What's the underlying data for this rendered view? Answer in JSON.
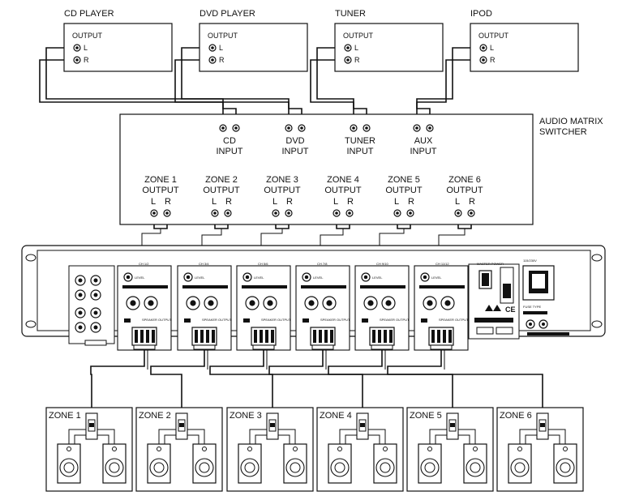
{
  "sources": [
    {
      "name": "CD PLAYER",
      "output": "OUTPUT",
      "left": "L",
      "right": "R"
    },
    {
      "name": "DVD PLAYER",
      "output": "OUTPUT",
      "left": "L",
      "right": "R"
    },
    {
      "name": "TUNER",
      "output": "OUTPUT",
      "left": "L",
      "right": "R"
    },
    {
      "name": "IPOD",
      "output": "OUTPUT",
      "left": "L",
      "right": "R"
    }
  ],
  "switcher": {
    "label_line1": "AUDIO MATRIX",
    "label_line2": "SWITCHER",
    "inputs": [
      {
        "line1": "CD",
        "line2": "INPUT"
      },
      {
        "line1": "DVD",
        "line2": "INPUT"
      },
      {
        "line1": "TUNER",
        "line2": "INPUT"
      },
      {
        "line1": "AUX",
        "line2": "INPUT"
      }
    ],
    "outputs": [
      {
        "line1": "ZONE 1",
        "line2": "OUTPUT",
        "left": "L",
        "right": "R"
      },
      {
        "line1": "ZONE 2",
        "line2": "OUTPUT",
        "left": "L",
        "right": "R"
      },
      {
        "line1": "ZONE 3",
        "line2": "OUTPUT",
        "left": "L",
        "right": "R"
      },
      {
        "line1": "ZONE 4",
        "line2": "OUTPUT",
        "left": "L",
        "right": "R"
      },
      {
        "line1": "ZONE 5",
        "line2": "OUTPUT",
        "left": "L",
        "right": "R"
      },
      {
        "line1": "ZONE 6",
        "line2": "OUTPUT",
        "left": "L",
        "right": "R"
      }
    ]
  },
  "amplifier": {
    "channels": [
      "CH 1/2",
      "CH 3/4",
      "CH 5/6",
      "CH 7/8",
      "CH 9/10",
      "CH 11/12"
    ],
    "level": "LEVEL",
    "speaker_output": "SPEAKER OUTPUT",
    "master_power": "MASTER POWER",
    "fuse": "FUSE TYPE",
    "voltage": "115/230V",
    "ce": "CE"
  },
  "zones": [
    "ZONE 1",
    "ZONE 2",
    "ZONE 3",
    "ZONE 4",
    "ZONE 5",
    "ZONE 6"
  ]
}
